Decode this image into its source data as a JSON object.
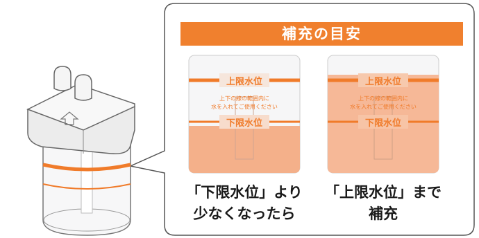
{
  "banner": {
    "title": "補充の目安"
  },
  "glass": {
    "upper_label": "上限水位",
    "lower_label": "下限水位",
    "note_line1": "上下の線の範囲内に",
    "note_line2": "水を入れてご使用ください"
  },
  "captions": {
    "left": {
      "line1": "「下限水位」より",
      "line2": "少なくなったら"
    },
    "right": {
      "line1": "「上限水位」まで",
      "line2": "補充"
    }
  },
  "colors": {
    "accent": "#f0802e",
    "water_low": "#f4b08a",
    "water_high": "#f6b897",
    "band": "#f07b2a"
  },
  "fill_levels": {
    "left": "below lower line",
    "right": "at upper line"
  }
}
